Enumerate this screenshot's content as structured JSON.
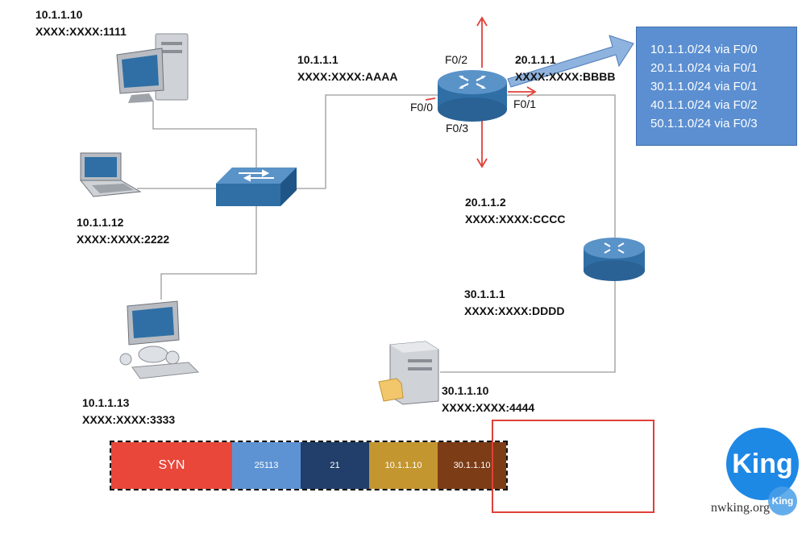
{
  "hosts": {
    "pc1": {
      "ip": "10.1.1.10",
      "mac": "XXXX:XXXX:1111",
      "icon": "desktop-computer-icon"
    },
    "laptop": {
      "ip": "10.1.1.12",
      "mac": "XXXX:XXXX:2222",
      "icon": "laptop-icon"
    },
    "pc3": {
      "ip": "10.1.1.13",
      "mac": "XXXX:XXXX:3333",
      "icon": "desktop-with-phone-icon"
    },
    "server": {
      "ip": "30.1.1.10",
      "mac": "XXXX:XXXX:4444",
      "icon": "file-server-icon"
    }
  },
  "router1": {
    "icon": "router-icon",
    "f00_addr": {
      "ip": "10.1.1.1",
      "mac": "XXXX:XXXX:AAAA"
    },
    "f01_addr": {
      "ip": "20.1.1.1",
      "mac": "XXXX:XXXX:BBBB"
    },
    "ports": {
      "f00": "F0/0",
      "f01": "F0/1",
      "f02": "F0/2",
      "f03": "F0/3"
    }
  },
  "router2": {
    "icon": "router-icon",
    "upper_addr": {
      "ip": "20.1.1.2",
      "mac": "XXXX:XXXX:CCCC"
    },
    "lower_addr": {
      "ip": "30.1.1.1",
      "mac": "XXXX:XXXX:DDDD"
    }
  },
  "switch": {
    "icon": "switch-icon"
  },
  "routing_table": [
    "10.1.1.0/24 via F0/0",
    "20.1.1.0/24 via F0/1",
    "30.1.1.0/24 via F0/1",
    "40.1.1.0/24 via F0/2",
    "50.1.1.0/24 via F0/3"
  ],
  "packet": [
    {
      "label": "SYN",
      "color": "#e8473a",
      "flex": 150
    },
    {
      "label": "25113",
      "color": "#5e93d3",
      "flex": 85
    },
    {
      "label": "21",
      "color": "#213f6a",
      "flex": 85
    },
    {
      "label": "10.1.1.10",
      "color": "#c49630",
      "flex": 85
    },
    {
      "label": "30.1.1.10",
      "color": "#7c3c16",
      "flex": 85
    }
  ],
  "logo": {
    "text": "King",
    "mini": "King",
    "site": "nwking.org"
  },
  "colors": {
    "router": "#2f6fa5",
    "switch": "#2f6fa5",
    "arrow_red": "#e0403a",
    "table_bg": "#5b8fd1",
    "table_arrow": "#8fb3df"
  }
}
